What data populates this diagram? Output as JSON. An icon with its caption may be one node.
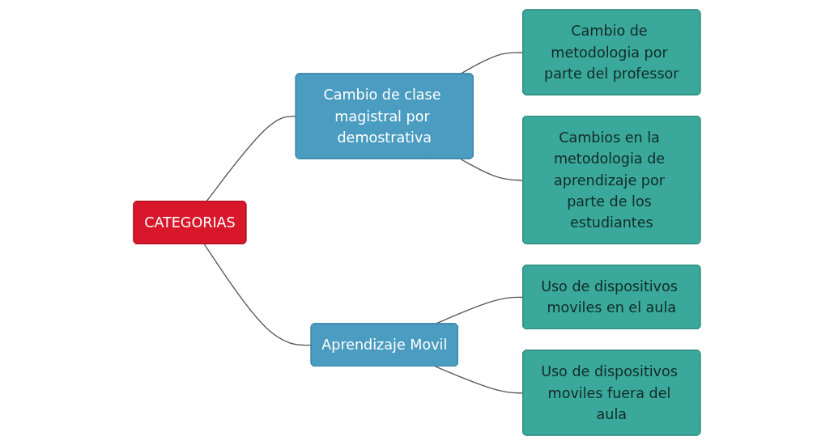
{
  "diagram": {
    "nodes": [
      {
        "text": [
          "CATEGORIAS"
        ]
      },
      {
        "text": [
          "Cambio de clase magistral por demostrativa"
        ]
      },
      {
        "text": [
          "Cambio de metodologia por parte del professor"
        ]
      },
      {
        "text": [
          "Cambios en la metodologia de aprendizaje por parte de los estudiantes"
        ]
      },
      {
        "text": [
          "Aprendizaje Movil"
        ]
      },
      {
        "text": [
          "Uso de dispositivos moviles en el aula"
        ]
      },
      {
        "text": [
          "Uso de dispositivos moviles fuera del aula"
        ]
      }
    ],
    "edges": [
      {
        "from": 0,
        "to": 1,
        "arrow": "none"
      },
      {
        "from": 1,
        "to": 2,
        "arrow": "none"
      },
      {
        "from": 1,
        "to": 3,
        "arrow": "none"
      },
      {
        "from": 0,
        "to": 4,
        "arrow": "none"
      },
      {
        "from": 4,
        "to": 5,
        "arrow": "none"
      },
      {
        "from": 4,
        "to": 6,
        "arrow": "none"
      }
    ]
  }
}
